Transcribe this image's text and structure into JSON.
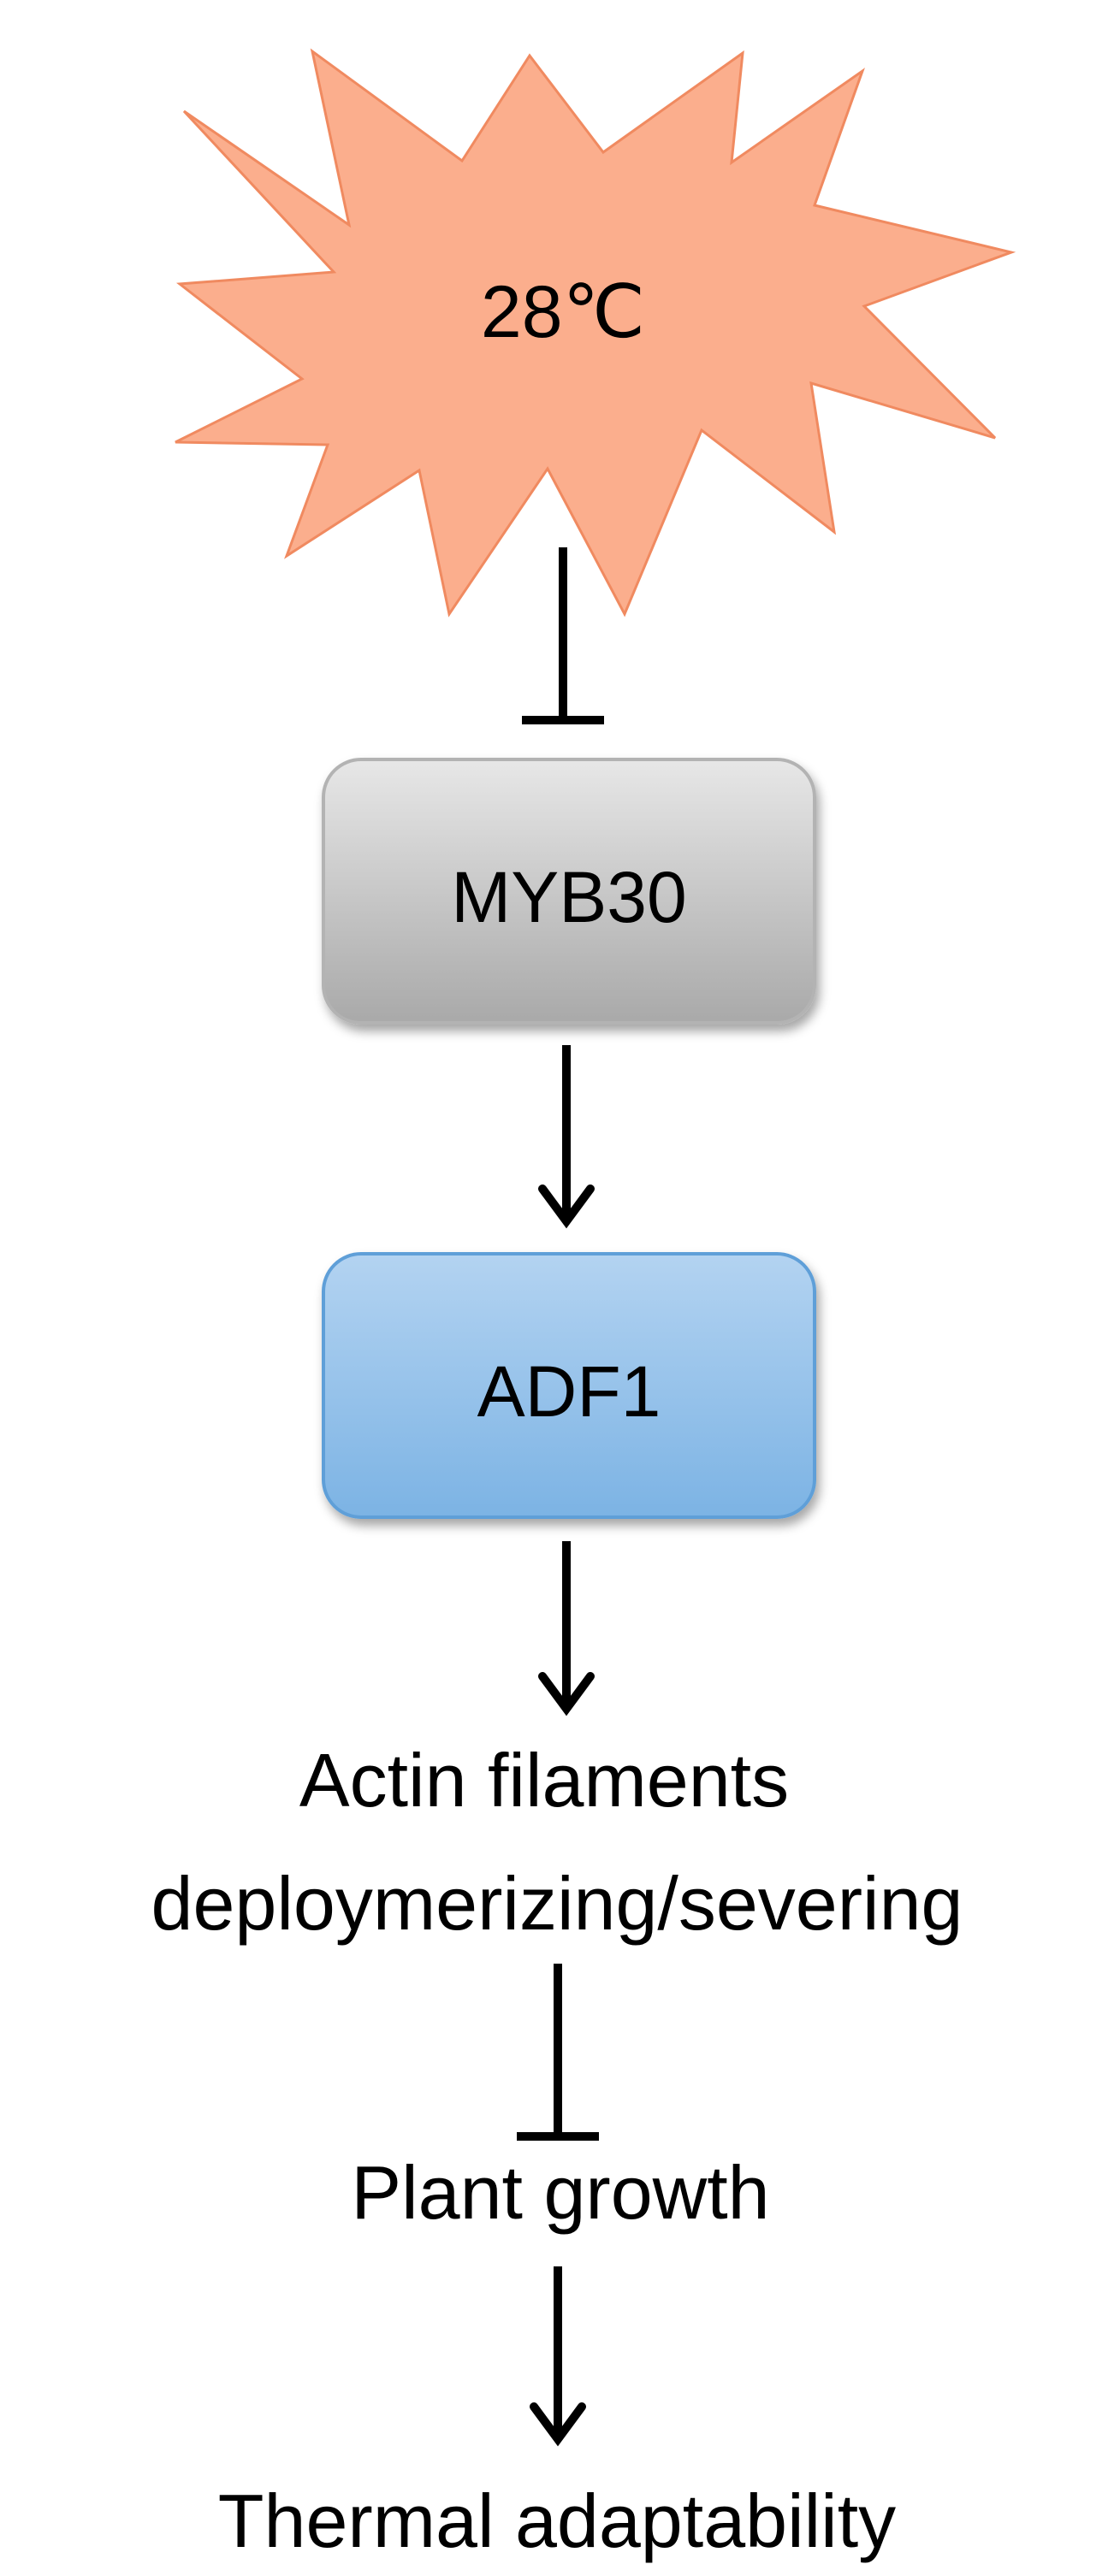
{
  "diagram": {
    "trigger": {
      "label": "28℃",
      "fill": "#FBAE8D",
      "stroke": "#F08A60"
    },
    "nodes": {
      "myb30": {
        "label": "MYB30",
        "fill_top": "#E7E7E7",
        "fill_bottom": "#A9A9A9",
        "stroke": "#B3B3B3"
      },
      "adf1": {
        "label": "ADF1",
        "fill_top": "#B3D3F1",
        "fill_bottom": "#7CB3E4",
        "stroke": "#5E9FD8"
      }
    },
    "outcomes": {
      "actin_line1": "Actin filaments",
      "actin_line2": "deploymerizing/severing",
      "plant_growth": "Plant growth",
      "thermal": "Thermal adaptability"
    },
    "edges": [
      {
        "from": "28℃",
        "to": "MYB30",
        "type": "inhibition"
      },
      {
        "from": "MYB30",
        "to": "ADF1",
        "type": "activation"
      },
      {
        "from": "ADF1",
        "to": "Actin filaments deploymerizing/severing",
        "type": "activation"
      },
      {
        "from": "Actin filaments deploymerizing/severing",
        "to": "Plant growth",
        "type": "inhibition"
      },
      {
        "from": "Plant growth",
        "to": "Thermal adaptability",
        "type": "activation"
      }
    ]
  }
}
